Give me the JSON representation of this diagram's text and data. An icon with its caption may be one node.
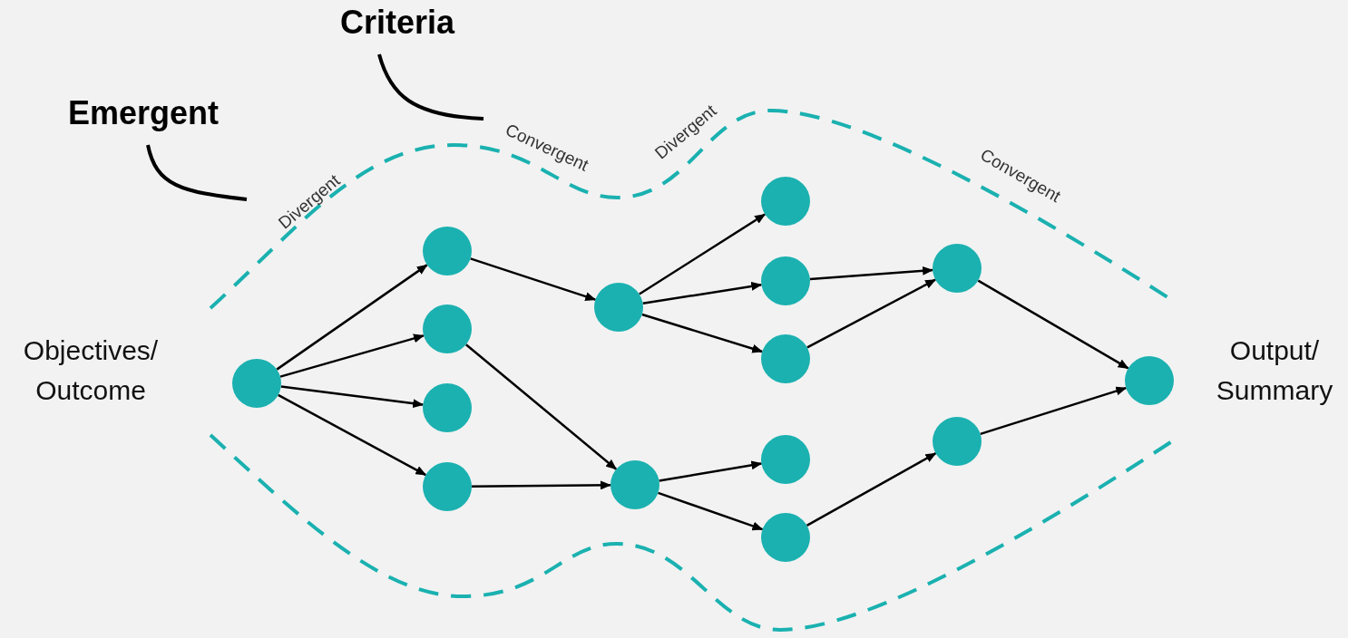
{
  "diagram": {
    "nodes": [
      {
        "text": [],
        "shape": "circle",
        "beside": [
          "Objectives/ Outcome"
        ]
      },
      {
        "text": [],
        "shape": "circle"
      },
      {
        "text": [],
        "shape": "circle"
      },
      {
        "text": [],
        "shape": "circle"
      },
      {
        "text": [],
        "shape": "circle"
      },
      {
        "text": [],
        "shape": "circle"
      },
      {
        "text": [],
        "shape": "circle"
      },
      {
        "text": [],
        "shape": "circle"
      },
      {
        "text": [],
        "shape": "circle"
      },
      {
        "text": [],
        "shape": "circle"
      },
      {
        "text": [],
        "shape": "circle"
      },
      {
        "text": [],
        "shape": "circle"
      },
      {
        "text": [],
        "shape": "circle"
      },
      {
        "text": [],
        "shape": "circle"
      },
      {
        "text": [],
        "shape": "circle",
        "beside": [
          "Output/ Summary"
        ]
      },
      {
        "text": [
          "Emergent"
        ]
      },
      {
        "text": [
          "Criteria"
        ]
      }
    ],
    "edges": [
      {
        "from": 0,
        "to": 1,
        "arrow": "to"
      },
      {
        "from": 0,
        "to": 2,
        "arrow": "to"
      },
      {
        "from": 0,
        "to": 3,
        "arrow": "to"
      },
      {
        "from": 0,
        "to": 4,
        "arrow": "to"
      },
      {
        "from": 1,
        "to": 5,
        "arrow": "to"
      },
      {
        "from": 2,
        "to": 6,
        "arrow": "to"
      },
      {
        "from": 4,
        "to": 6,
        "arrow": "to"
      },
      {
        "from": 5,
        "to": 7,
        "arrow": "to"
      },
      {
        "from": 5,
        "to": 8,
        "arrow": "to"
      },
      {
        "from": 5,
        "to": 9,
        "arrow": "to"
      },
      {
        "from": 8,
        "to": 12,
        "arrow": "to"
      },
      {
        "from": 9,
        "to": 12,
        "arrow": "to"
      },
      {
        "from": 6,
        "to": 10,
        "arrow": "to"
      },
      {
        "from": 6,
        "to": 11,
        "arrow": "to"
      },
      {
        "from": 12,
        "to": 14,
        "arrow": "to"
      },
      {
        "from": 11,
        "to": 13,
        "arrow": "to"
      },
      {
        "from": 13,
        "to": 14,
        "arrow": "to"
      },
      {
        "from": 15,
        "to": null,
        "arrow": "none"
      },
      {
        "from": 16,
        "to": null,
        "arrow": "none"
      }
    ],
    "labels": [
      "Divergent",
      "Convergent",
      "Divergent",
      "Convergent"
    ]
  }
}
